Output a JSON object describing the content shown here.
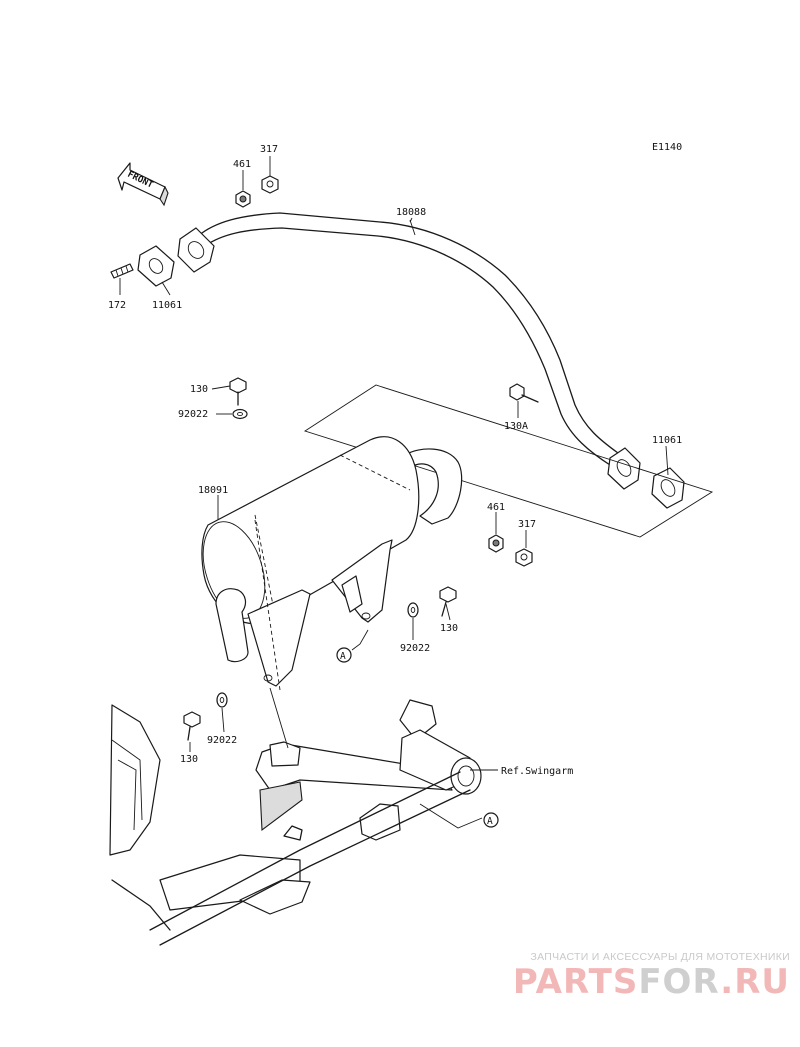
{
  "diagram_code": "E1140",
  "front_label": "FRONT",
  "labels": {
    "p317_top": "317",
    "p461_top": "461",
    "p18088": "18088",
    "p172": "172",
    "p11061_left": "11061",
    "p130_upper": "130",
    "p92022_upper": "92022",
    "p130A": "130A",
    "p11061_right": "11061",
    "p18091": "18091",
    "p461_mid": "461",
    "p317_mid": "317",
    "p130_mid": "130",
    "p92022_mid": "92022",
    "p92022_low": "92022",
    "p130_low": "130",
    "ref_a_upper": "A",
    "ref_a_lower": "A",
    "ref_swingarm": "Ref.Swingarm"
  },
  "watermark": {
    "tagline": "ЗАПЧАСТИ И АКСЕССУАРЫ ДЛЯ МОТОТЕХНИКИ",
    "brand_a": "PARTS",
    "brand_b": "FOR",
    "brand_c": ".RU",
    "color_red": "#f2b8b8",
    "color_gray": "#cfcfcf"
  }
}
